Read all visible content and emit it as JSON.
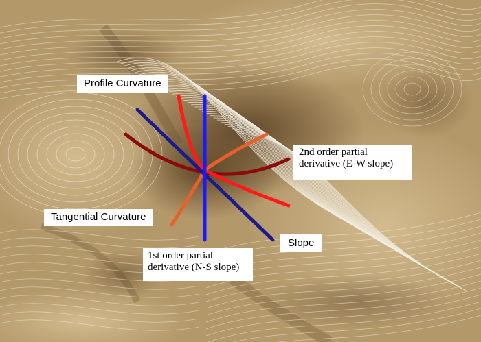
{
  "labels": {
    "profile_curvature": "Profile Curvature",
    "second_order_line1": "2nd order partial",
    "second_order_line2": "derivative (E-W slope)",
    "tangential_curvature": "Tangential Curvature",
    "slope": "Slope",
    "first_order_line1": "1st order partial",
    "first_order_line2": "derivative (N-S slope)"
  },
  "line_colors": {
    "slope": "#1a1a8c",
    "north_south": "#1a1aff",
    "profile_curvature": "#ff1a1a",
    "tangential_curvature": "#e8602a",
    "east_west": "#8b0a0a"
  },
  "terrain_colors": {
    "light": "#c7ad7f",
    "mid": "#a8895a",
    "dark": "#6e5431",
    "contour": "#f4f0e6"
  }
}
